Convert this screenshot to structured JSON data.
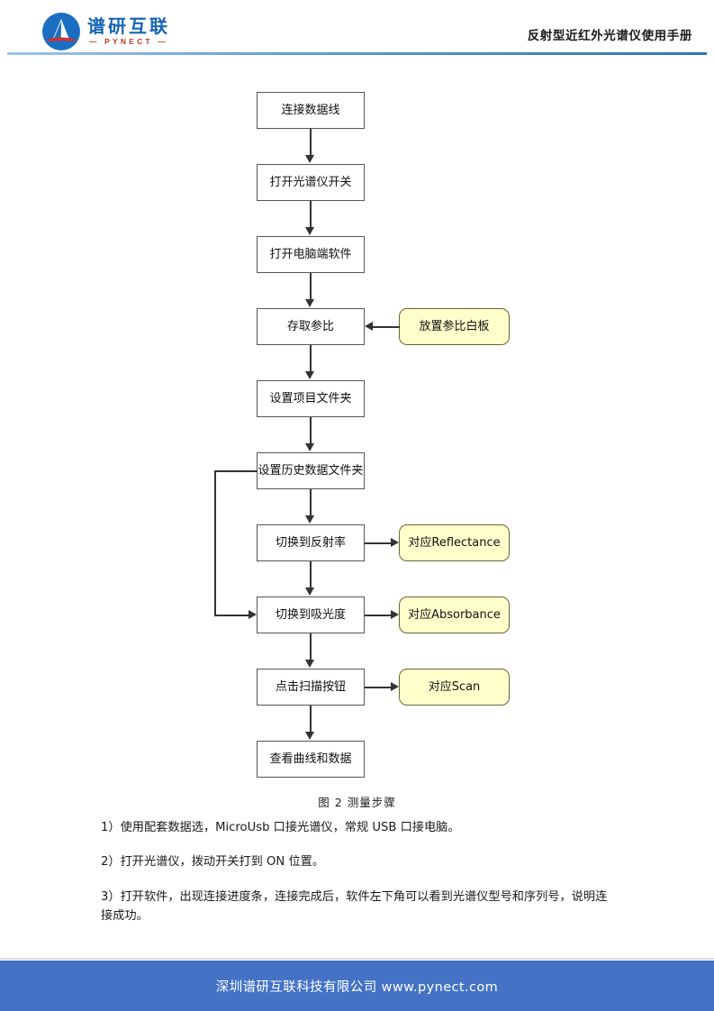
{
  "header": {
    "logo_wordmark": "谱研互联",
    "logo_sub": "— PYNECT —",
    "logo_icon": "pynect-sail-circle-logo",
    "title": "反射型近红外光谱仪使用手册"
  },
  "flowchart": {
    "caption": "图 2 测量步骤",
    "process_nodes": [
      {
        "id": "connect-cable",
        "label": "连接数据线"
      },
      {
        "id": "power-on",
        "label": "打开光谱仪开关"
      },
      {
        "id": "open-software",
        "label": "打开电脑端软件"
      },
      {
        "id": "store-reference",
        "label": "存取参比"
      },
      {
        "id": "set-project-folder",
        "label": "设置项目文件夹"
      },
      {
        "id": "set-history-folder",
        "label": "设置历史数据文件夹"
      },
      {
        "id": "switch-reflectance",
        "label": "切换到反射率"
      },
      {
        "id": "switch-absorbance",
        "label": "切换到吸光度"
      },
      {
        "id": "click-scan",
        "label": "点击扫描按钮"
      },
      {
        "id": "view-curve-data",
        "label": "查看曲线和数据"
      }
    ],
    "note_nodes": [
      {
        "id": "place-white-panel",
        "label": "放置参比白板"
      },
      {
        "id": "note-reflectance",
        "label": "对应Reflectance"
      },
      {
        "id": "note-absorbance",
        "label": "对应Absorbance"
      },
      {
        "id": "note-scan",
        "label": "对应Scan"
      }
    ],
    "colors": {
      "node_fill": "#ffffff",
      "node_stroke": "#555555",
      "note_fill": "#ffffcc",
      "note_stroke": "#666633",
      "connector": "#333333"
    }
  },
  "body": {
    "paragraphs": [
      "1）使用配套数据选，MicroUsb 口接光谱仪，常规 USB 口接电脑。",
      "2）打开光谱仪，拨动开关打到 ON 位置。",
      "3）打开软件，出现连接进度条，连接完成后，软件左下角可以看到光谱仪型号和序列号，说明连接成功。"
    ]
  },
  "footer": {
    "text": "深圳谱研互联科技有限公司  www.pynect.com",
    "background": "#4472c4"
  }
}
